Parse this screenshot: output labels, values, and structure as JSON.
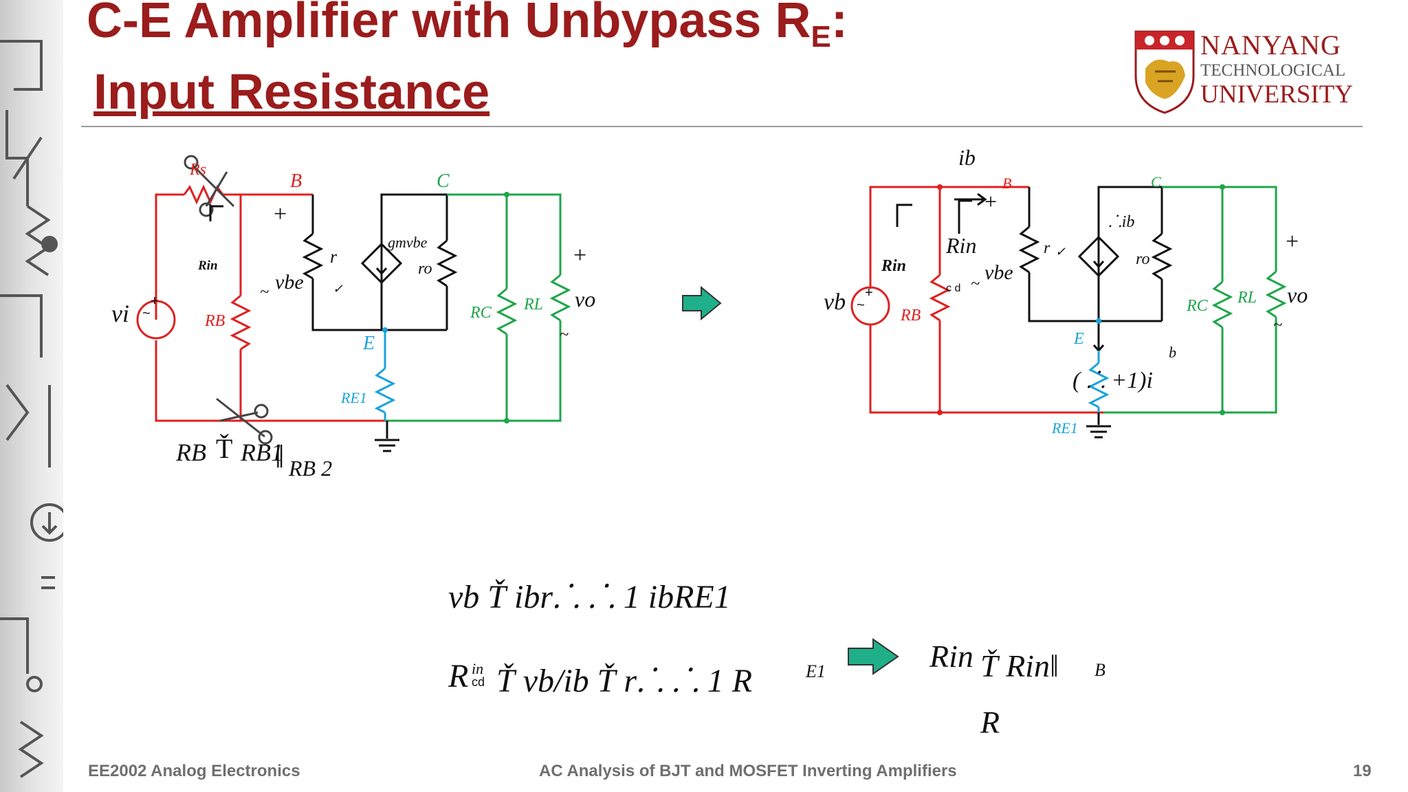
{
  "slide": {
    "title_main": "C-E Amplifier with Unbypass R",
    "title_sub": "E",
    "title_colon": ":",
    "subtitle": "Input Resistance"
  },
  "logo": {
    "line1": "NANYANG",
    "line2": "TECHNOLOGICAL",
    "line3": "UNIVERSITY"
  },
  "left_circuit": {
    "node_B": "B",
    "node_C": "C",
    "node_E": "E",
    "plus_vbe": "+",
    "rin": "Rin",
    "vbe": "vbe",
    "tilde_vbe": "~",
    "r": "r",
    "r_pi_glyph": "✓",
    "gm_vbe": "gmvbe",
    "ro": "ro",
    "rc": "RC",
    "rl": "RL",
    "plus_vo": "+",
    "vo": "vo",
    "tilde_vo": "~",
    "vi": "vi",
    "rb": "RB",
    "re1": "RE1",
    "rs": "Rs",
    "rb_formula_lhs": "RB",
    "rb_formula_eq": "Ť",
    "rb_formula_rb1": "RB1",
    "rb_formula_par": "‖",
    "rb_formula_rb2": "RB 2"
  },
  "right_circuit": {
    "ib": "ib",
    "node_B": "B",
    "node_C": "C",
    "node_E": "E",
    "plus_rin": "+",
    "rin": "Rin",
    "rin_big": "Rin",
    "vbe": "vbe",
    "tilde_vbe": "~",
    "cd_glyph": "c\nd",
    "r": "r",
    "r_pi_glyph": "✓",
    "beta_ib": "⸫ib",
    "ro": "ro",
    "rc": "RC",
    "rl": "RL",
    "plus_vo": "+",
    "vo": "vo",
    "tilde_vo": "~",
    "vb": "vb",
    "rb": "RB",
    "re1": "RE1",
    "ie_label": "( ⸫ +1)i",
    "b_sub": "b"
  },
  "equations": {
    "eq1": "vb Ť ibr⸫ ⸫ 1 ibRE1",
    "eq2_lhs": "R",
    "eq2_sub": "in",
    "eq2_glyph": "cd",
    "eq2_rest": "Ť vb/ib Ť r⸫ ⸫ 1 R",
    "eq2_e1": "E1",
    "eq3_lhs": "Rin",
    "eq3_rest": "Ť Rin‖",
    "eq3_b": "B",
    "eq3_r": "R"
  },
  "footer": {
    "left": "EE2002 Analog Electronics",
    "center": "AC Analysis of BJT and MOSFET Inverting Amplifiers",
    "page": "19"
  },
  "colors": {
    "title": "#9b1c1c",
    "red": "#e02020",
    "green": "#1fa64a",
    "blue": "#1aa3dc",
    "arrow": "#1fb08a"
  }
}
